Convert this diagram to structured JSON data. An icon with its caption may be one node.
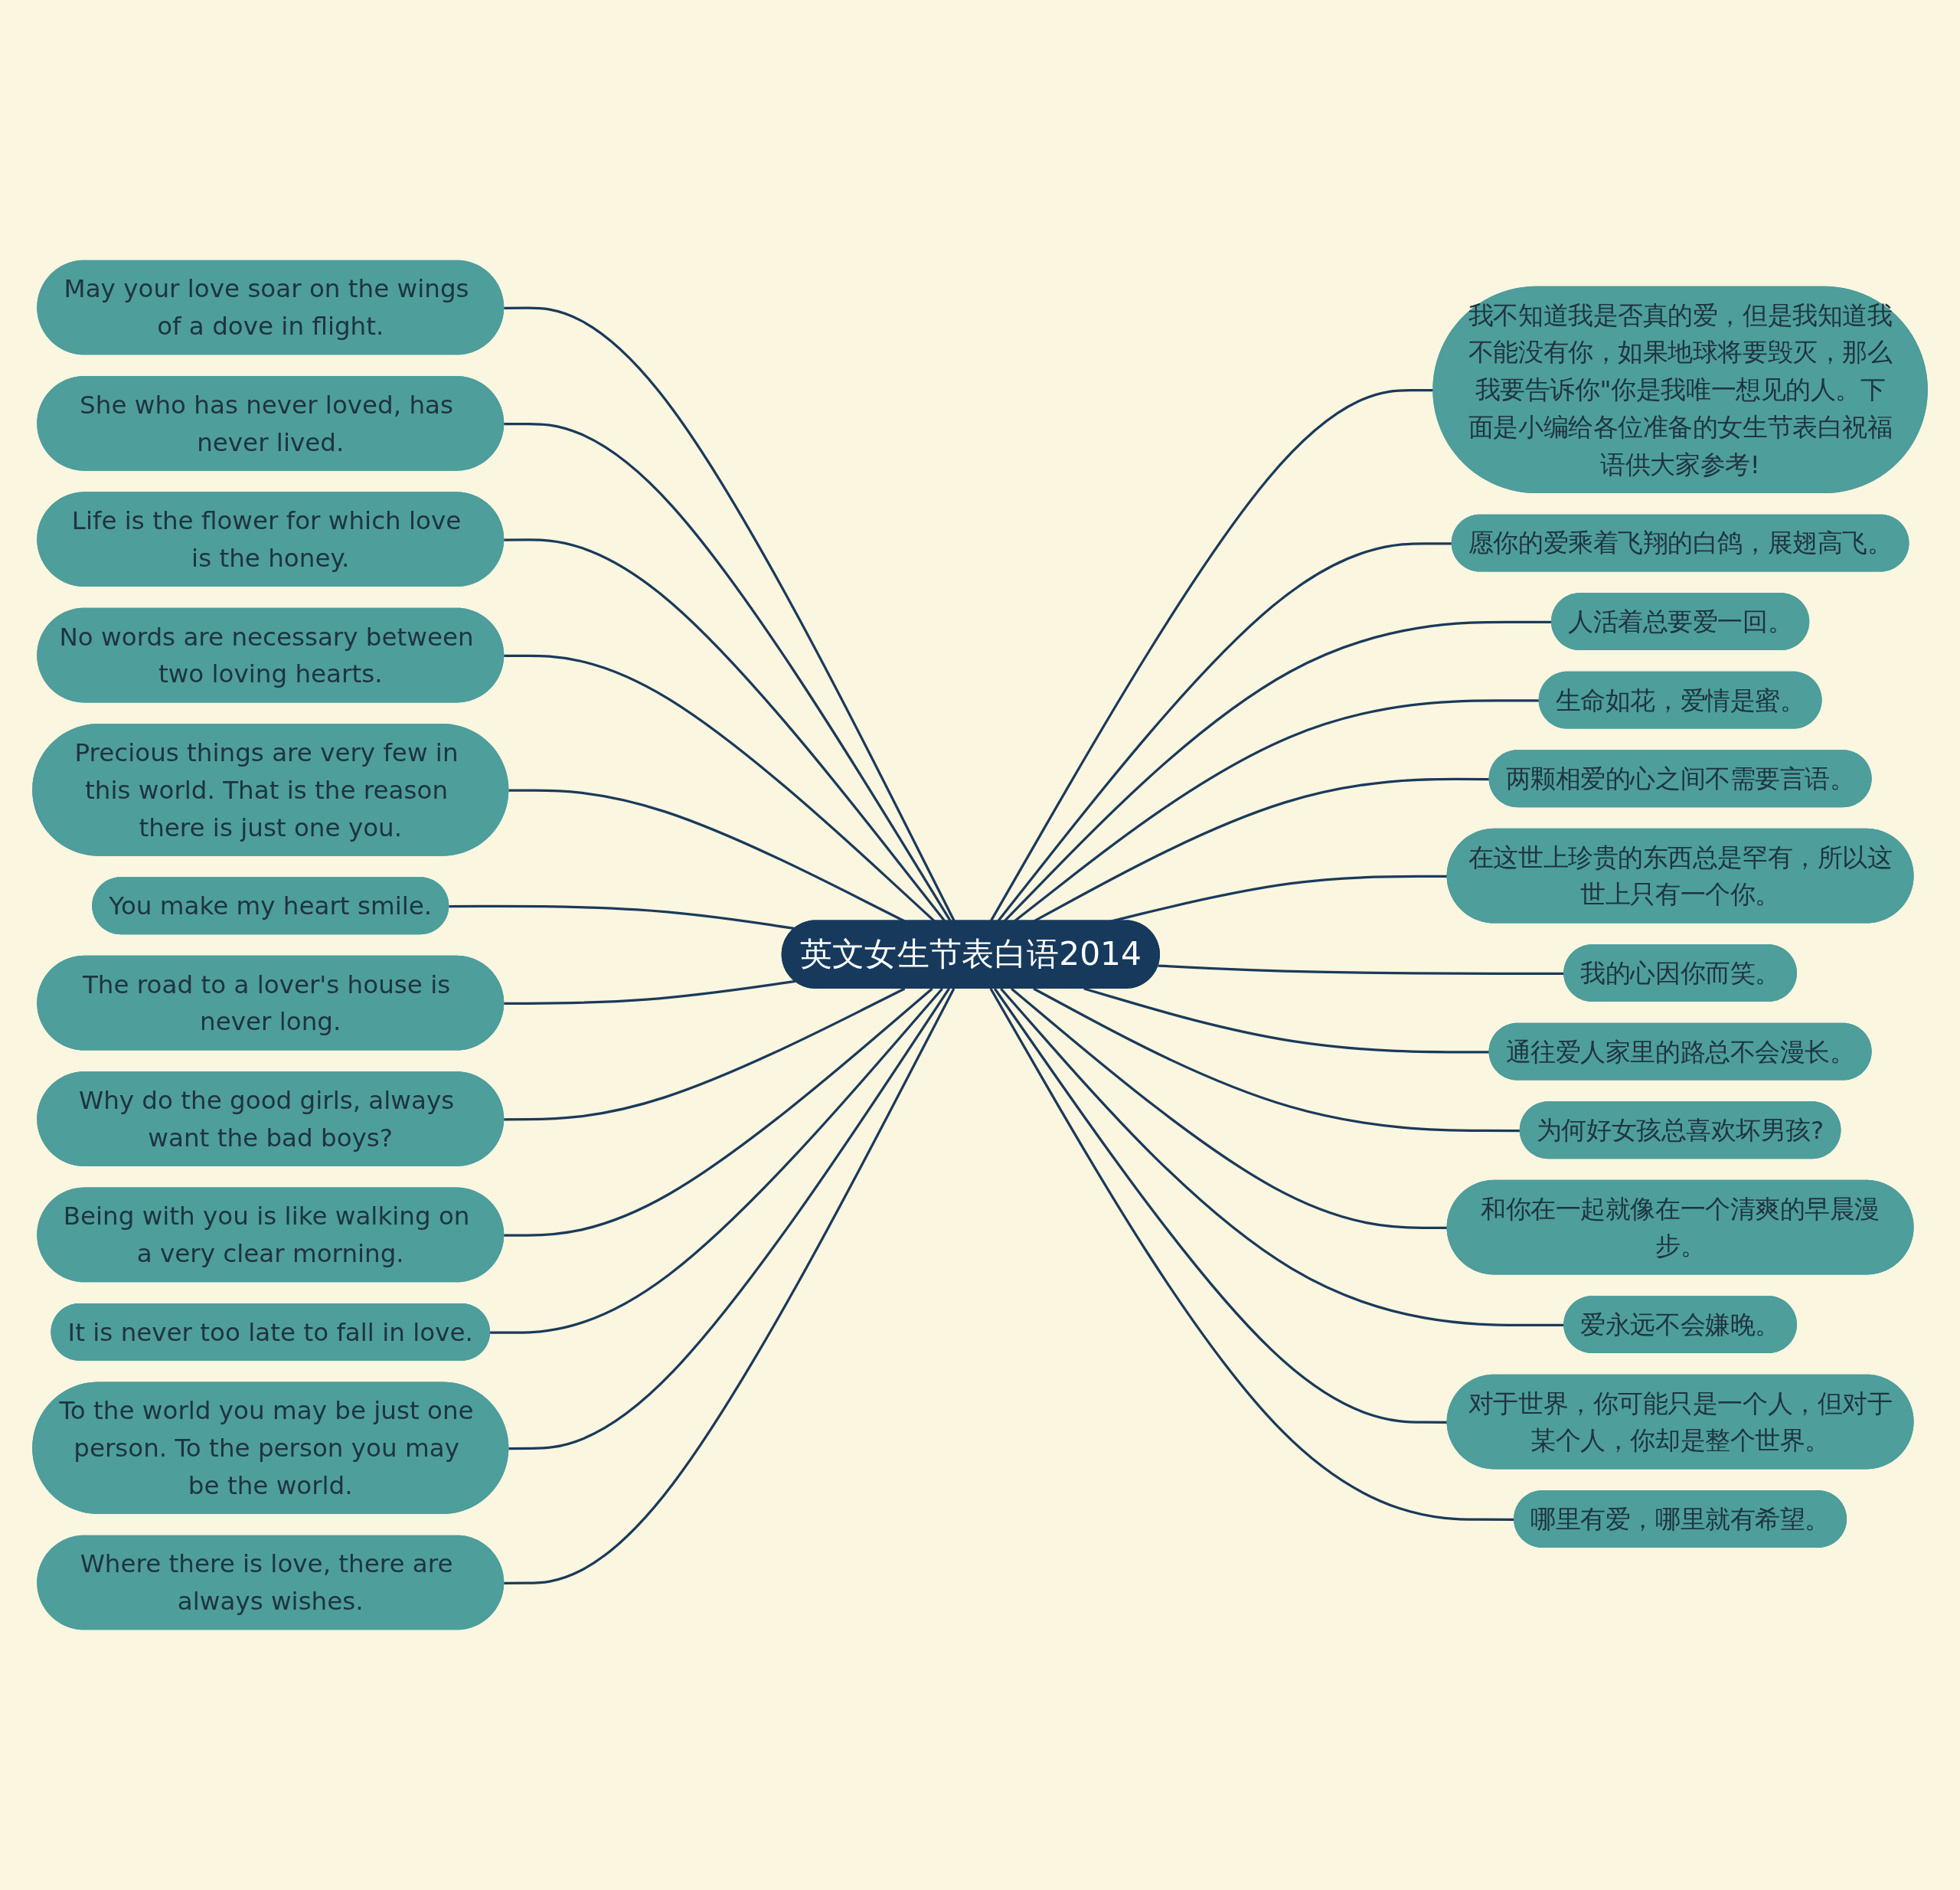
{
  "diagram": {
    "nodes": [
      {
        "text": [
          "英文女生节表白语2014"
        ]
      },
      {
        "text": [
          "May your love soar on the wings of a dove in flight."
        ]
      },
      {
        "text": [
          "She who has never loved, has never lived."
        ]
      },
      {
        "text": [
          "Life is the flower for which love is the honey."
        ]
      },
      {
        "text": [
          "No words are necessary between two loving hearts."
        ]
      },
      {
        "text": [
          "Precious things are very few in this world. That is the reason there is just one you."
        ]
      },
      {
        "text": [
          "You make my heart smile."
        ]
      },
      {
        "text": [
          "The road to a lover's house is never long."
        ]
      },
      {
        "text": [
          "Why do the good girls, always want the bad boys?"
        ]
      },
      {
        "text": [
          "Being with you is like walking on a very clear morning."
        ]
      },
      {
        "text": [
          "It is never too late to fall in love."
        ]
      },
      {
        "text": [
          "To the world you may be just one person. To the person you may be the world."
        ]
      },
      {
        "text": [
          "Where there is love, there are always wishes."
        ]
      },
      {
        "text": [
          "我不知道我是否真的爱，但是我知道我不能没有你，如果地球将要毁灭，那么我要告诉你\"你是我唯一想见的人。下面是小编给各位准备的女生节表白祝福语供大家参考!"
        ]
      },
      {
        "text": [
          "愿你的爱乘着飞翔的白鸽，展翅高飞。"
        ]
      },
      {
        "text": [
          "人活着总要爱一回。"
        ]
      },
      {
        "text": [
          "生命如花，爱情是蜜。"
        ]
      },
      {
        "text": [
          "两颗相爱的心之间不需要言语。"
        ]
      },
      {
        "text": [
          "在这世上珍贵的东西总是罕有，所以这世上只有一个你。"
        ]
      },
      {
        "text": [
          "我的心因你而笑。"
        ]
      },
      {
        "text": [
          "通往爱人家里的路总不会漫长。"
        ]
      },
      {
        "text": [
          "为何好女孩总喜欢坏男孩?"
        ]
      },
      {
        "text": [
          "和你在一起就像在一个清爽的早晨漫步。"
        ]
      },
      {
        "text": [
          "爱永远不会嫌晚。"
        ]
      },
      {
        "text": [
          "对于世界，你可能只是一个人，但对于某个人，你却是整个世界。"
        ]
      },
      {
        "text": [
          "哪里有爱，哪里就有希望。"
        ]
      }
    ],
    "edges": [
      {
        "from": 1,
        "to": 0,
        "arrow": "none"
      },
      {
        "from": 2,
        "to": 0,
        "arrow": "none"
      },
      {
        "from": 3,
        "to": 0,
        "arrow": "none"
      },
      {
        "from": 4,
        "to": 0,
        "arrow": "none"
      },
      {
        "from": 5,
        "to": 0,
        "arrow": "none"
      },
      {
        "from": 6,
        "to": 0,
        "arrow": "none"
      },
      {
        "from": 7,
        "to": 0,
        "arrow": "none"
      },
      {
        "from": 8,
        "to": 0,
        "arrow": "none"
      },
      {
        "from": 9,
        "to": 0,
        "arrow": "none"
      },
      {
        "from": 10,
        "to": 0,
        "arrow": "none"
      },
      {
        "from": 11,
        "to": 0,
        "arrow": "none"
      },
      {
        "from": 12,
        "to": 0,
        "arrow": "none"
      },
      {
        "from": 0,
        "to": 13,
        "arrow": "none"
      },
      {
        "from": 0,
        "to": 14,
        "arrow": "none"
      },
      {
        "from": 0,
        "to": 15,
        "arrow": "none"
      },
      {
        "from": 0,
        "to": 16,
        "arrow": "none"
      },
      {
        "from": 0,
        "to": 17,
        "arrow": "none"
      },
      {
        "from": 0,
        "to": 18,
        "arrow": "none"
      },
      {
        "from": 0,
        "to": 19,
        "arrow": "none"
      },
      {
        "from": 0,
        "to": 20,
        "arrow": "none"
      },
      {
        "from": 0,
        "to": 21,
        "arrow": "none"
      },
      {
        "from": 0,
        "to": 22,
        "arrow": "none"
      },
      {
        "from": 0,
        "to": 23,
        "arrow": "none"
      },
      {
        "from": 0,
        "to": 24,
        "arrow": "none"
      },
      {
        "from": 0,
        "to": 25,
        "arrow": "none"
      }
    ]
  }
}
